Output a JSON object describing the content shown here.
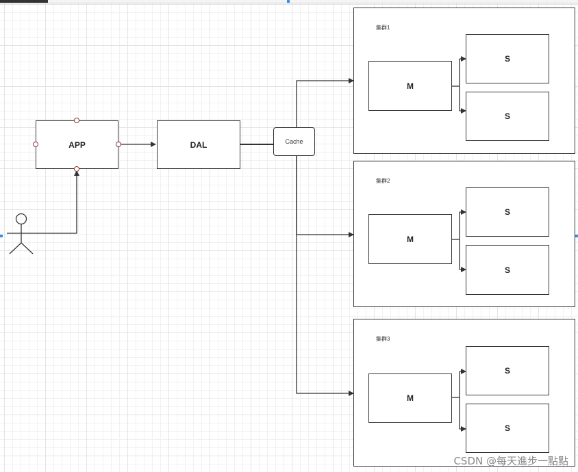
{
  "diagram": {
    "nodes": {
      "app": "APP",
      "dal": "DAL",
      "cache": "Cache"
    },
    "clusters": [
      {
        "title": "集群1",
        "master": "M",
        "slaves": [
          "S",
          "S"
        ]
      },
      {
        "title": "集群2",
        "master": "M",
        "slaves": [
          "S",
          "S"
        ]
      },
      {
        "title": "集群3",
        "master": "M",
        "slaves": [
          "S",
          "S"
        ]
      }
    ]
  },
  "watermark": "CSDN @每天進步一點點",
  "colors": {
    "stroke": "#333333",
    "connector": "#8b3a3a",
    "grid": "#e4e4e4"
  },
  "icons": [
    "actor-icon"
  ]
}
